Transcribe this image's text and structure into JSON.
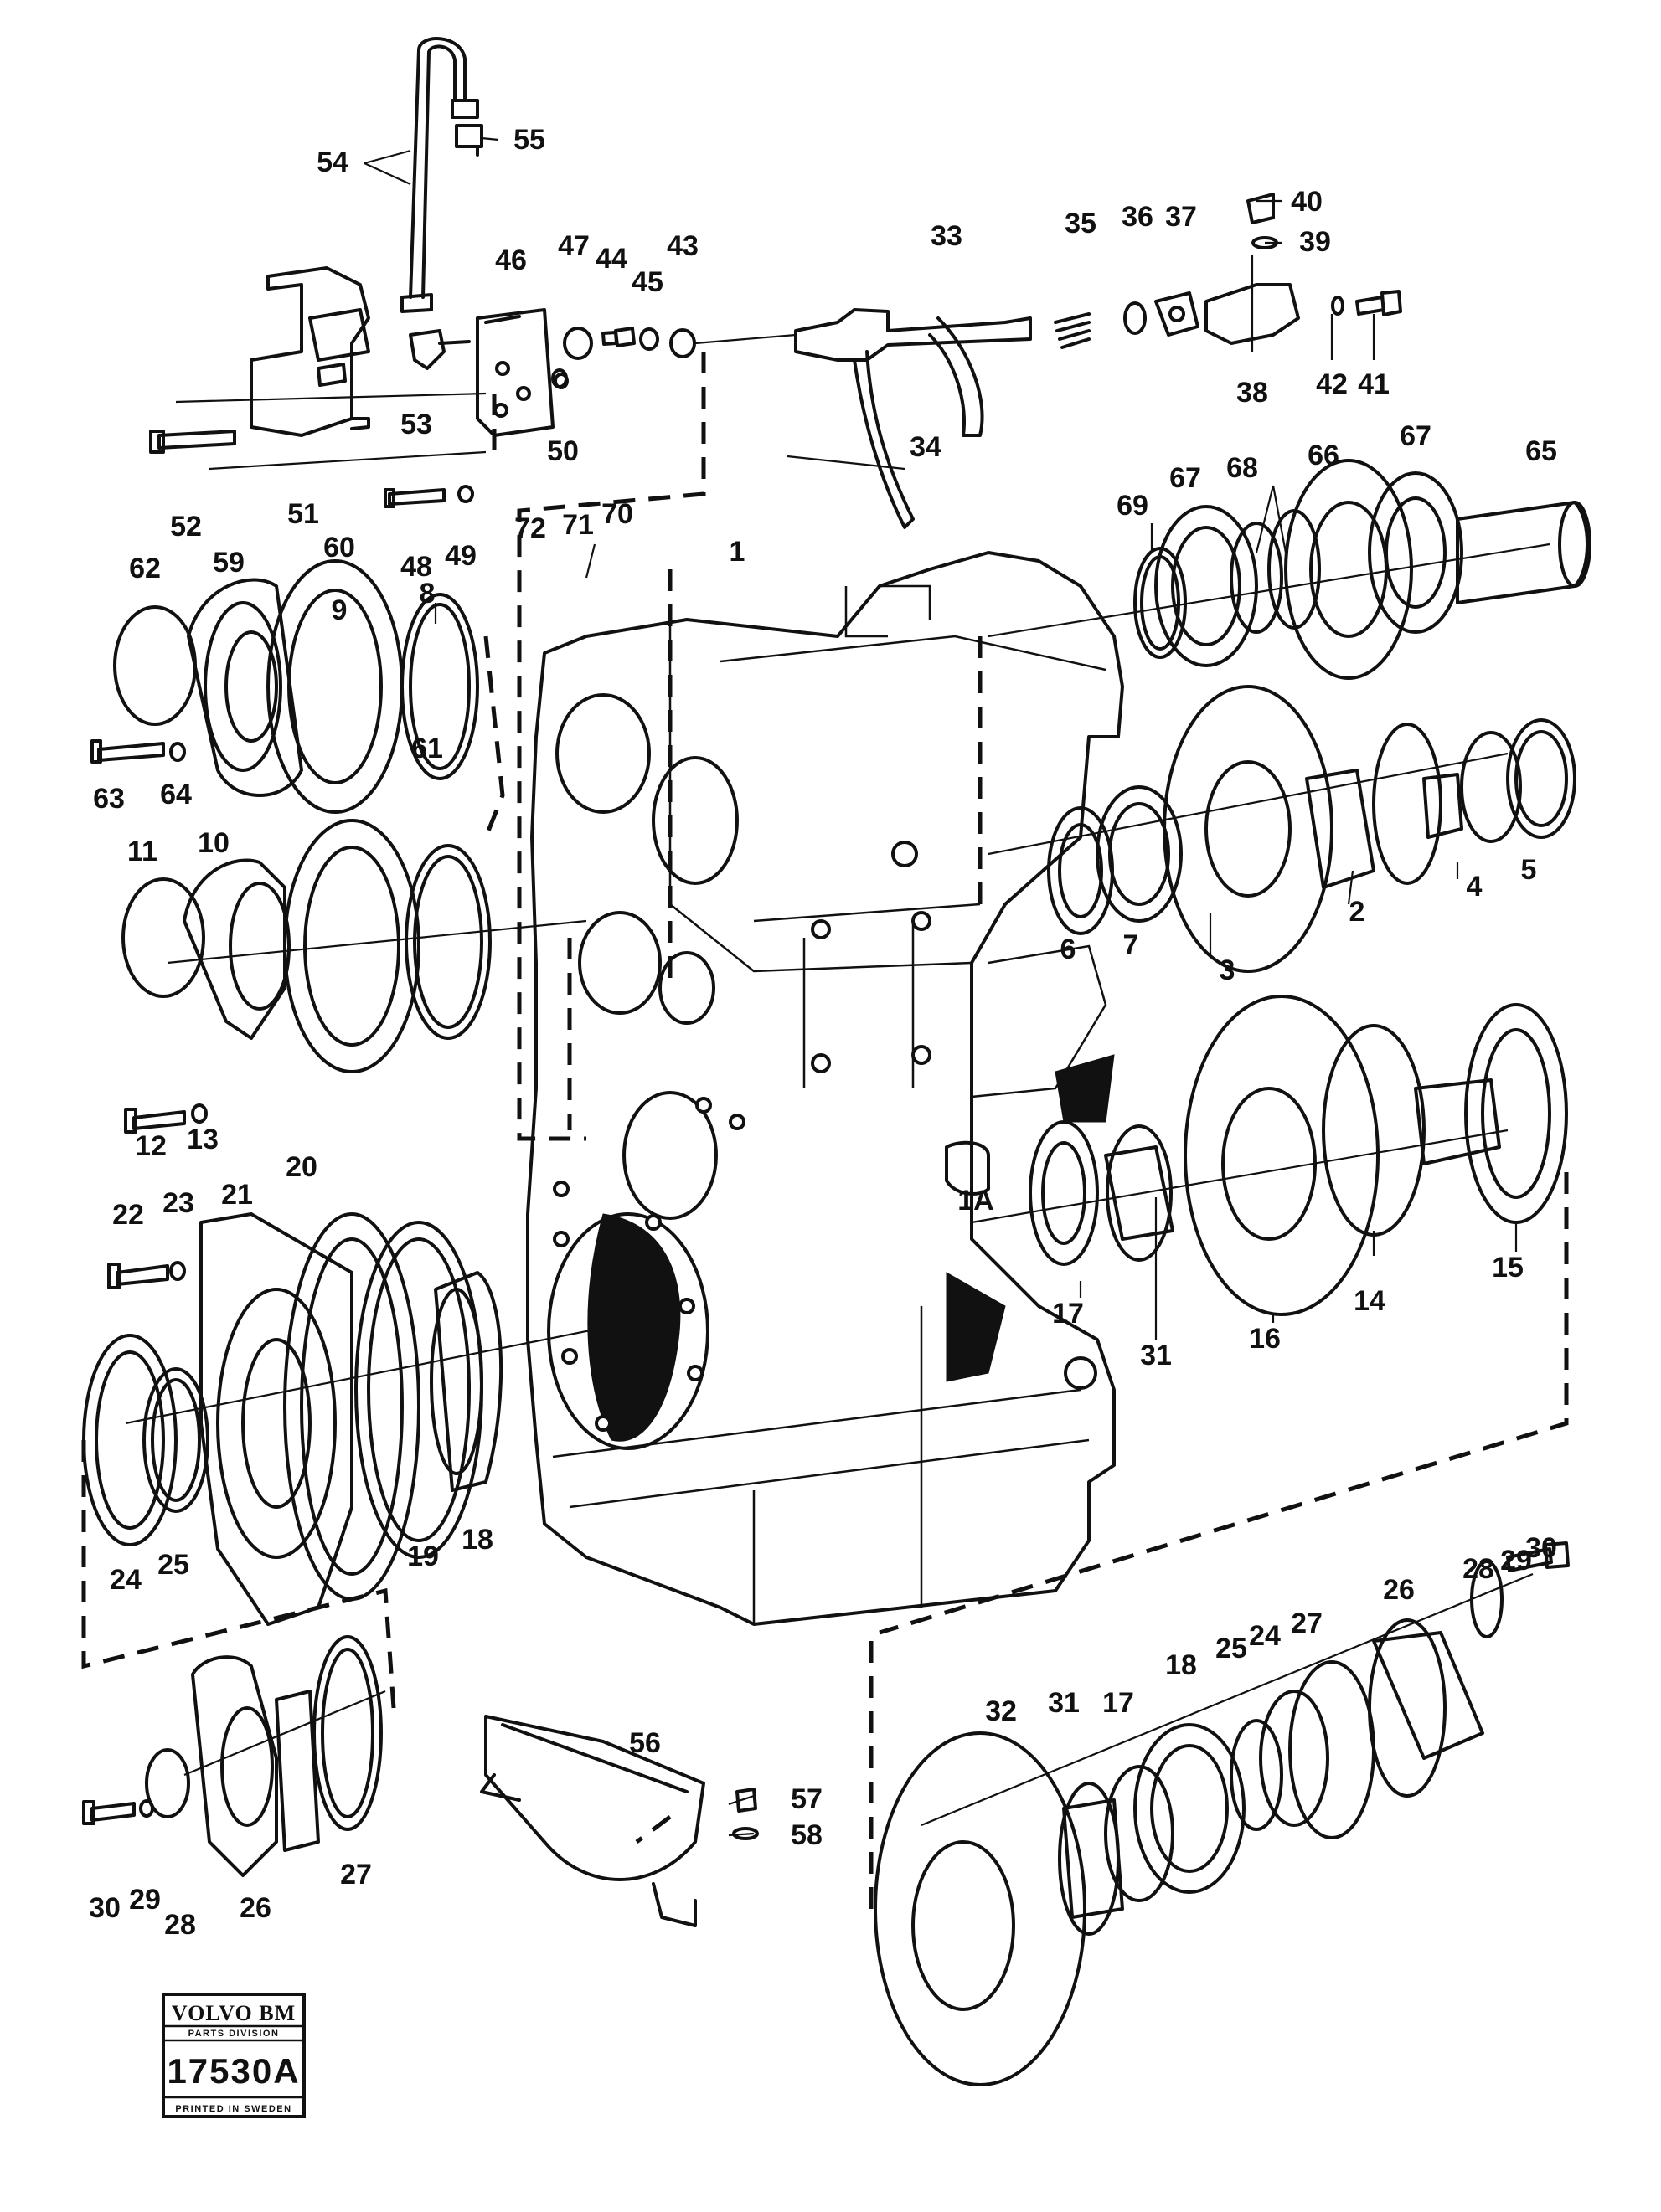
{
  "badge": {
    "brand": "VOLVO BM",
    "division": "PARTS DIVISION",
    "number": "17530A",
    "footer": "PRINTED IN SWEDEN"
  },
  "labels": {
    "p1": "1",
    "p1a": "1A",
    "p2": "2",
    "p3": "3",
    "p4": "4",
    "p5": "5",
    "p6": "6",
    "p7": "7",
    "p8": "8",
    "p9": "9",
    "p10": "10",
    "p11": "11",
    "p12": "12",
    "p13": "13",
    "p14": "14",
    "p15": "15",
    "p16": "16",
    "p17": "17",
    "p17b": "17",
    "p18": "18",
    "p18b": "18",
    "p19": "19",
    "p20": "20",
    "p21": "21",
    "p22": "22",
    "p23": "23",
    "p24": "24",
    "p24b": "24",
    "p25": "25",
    "p25b": "25",
    "p26": "26",
    "p26b": "26",
    "p27": "27",
    "p27b": "27",
    "p28": "28",
    "p28b": "28",
    "p29": "29",
    "p29b": "29",
    "p30": "30",
    "p30b": "30",
    "p31": "31",
    "p31b": "31",
    "p32": "32",
    "p33": "33",
    "p34": "34",
    "p35": "35",
    "p36": "36",
    "p37": "37",
    "p38": "38",
    "p39": "39",
    "p40": "40",
    "p41": "41",
    "p42": "42",
    "p43": "43",
    "p44": "44",
    "p45": "45",
    "p46": "46",
    "p47": "47",
    "p48": "48",
    "p49": "49",
    "p50": "50",
    "p51": "51",
    "p52": "52",
    "p53": "53",
    "p54": "54",
    "p55": "55",
    "p56": "56",
    "p57": "57",
    "p58": "58",
    "p59": "59",
    "p60": "60",
    "p61": "61",
    "p62": "62",
    "p63": "63",
    "p64": "64",
    "p65": "65",
    "p66": "66",
    "p67": "67",
    "p67b": "67",
    "p68": "68",
    "p69": "69",
    "p70": "70",
    "p71": "71",
    "p72": "72"
  }
}
